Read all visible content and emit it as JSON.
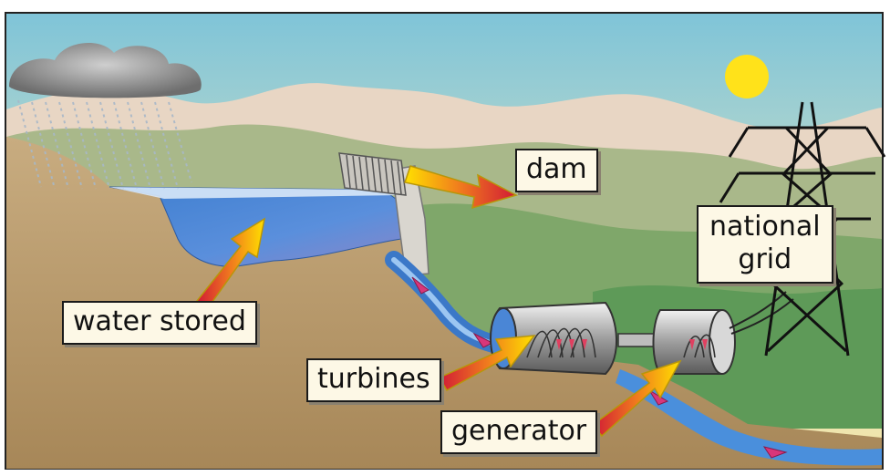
{
  "labels": {
    "dam": "dam",
    "national_grid": "national\ngrid",
    "water_stored": "water stored",
    "turbines": "turbines",
    "generator": "generator"
  },
  "colors": {
    "sky_top": "#7fc4d8",
    "sky_bottom": "#f6e6a8",
    "sun": "#ffe21a",
    "water": "#4a86d6",
    "ground": "#b5966e",
    "hills": "#a9b88a",
    "arrow_tail": "#d11a36",
    "arrow_head": "#ffe000",
    "label_bg": "#fdf8e6"
  },
  "icons": [
    "rain-cloud-icon",
    "sun-icon",
    "pylon-icon",
    "dam-icon",
    "turbine-icon",
    "generator-icon"
  ]
}
